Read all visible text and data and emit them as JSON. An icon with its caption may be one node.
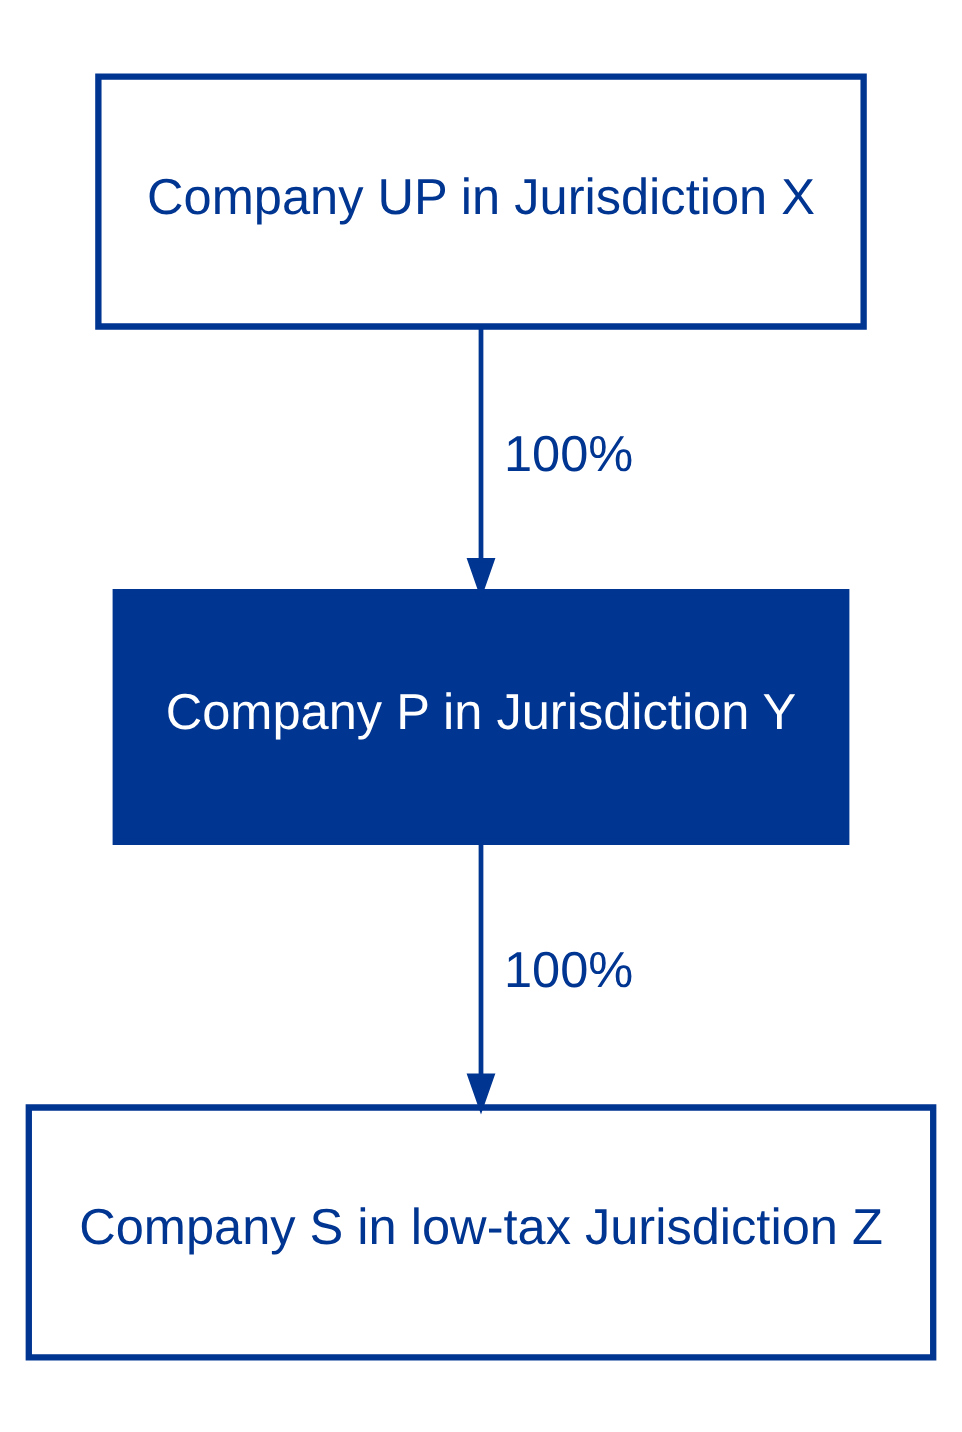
{
  "diagram": {
    "nodes": [
      {
        "text": [
          "Company UP in Jurisdiction X"
        ]
      },
      {
        "text": [
          "Company P in Jurisdiction Y"
        ]
      },
      {
        "text": [
          "Company S in low-tax Jurisdiction Z"
        ]
      }
    ],
    "edges": [
      {
        "from": 0,
        "to": 1,
        "arrow": "to",
        "label": "100%"
      },
      {
        "from": 1,
        "to": 2,
        "arrow": "to",
        "label": "100%"
      }
    ]
  }
}
